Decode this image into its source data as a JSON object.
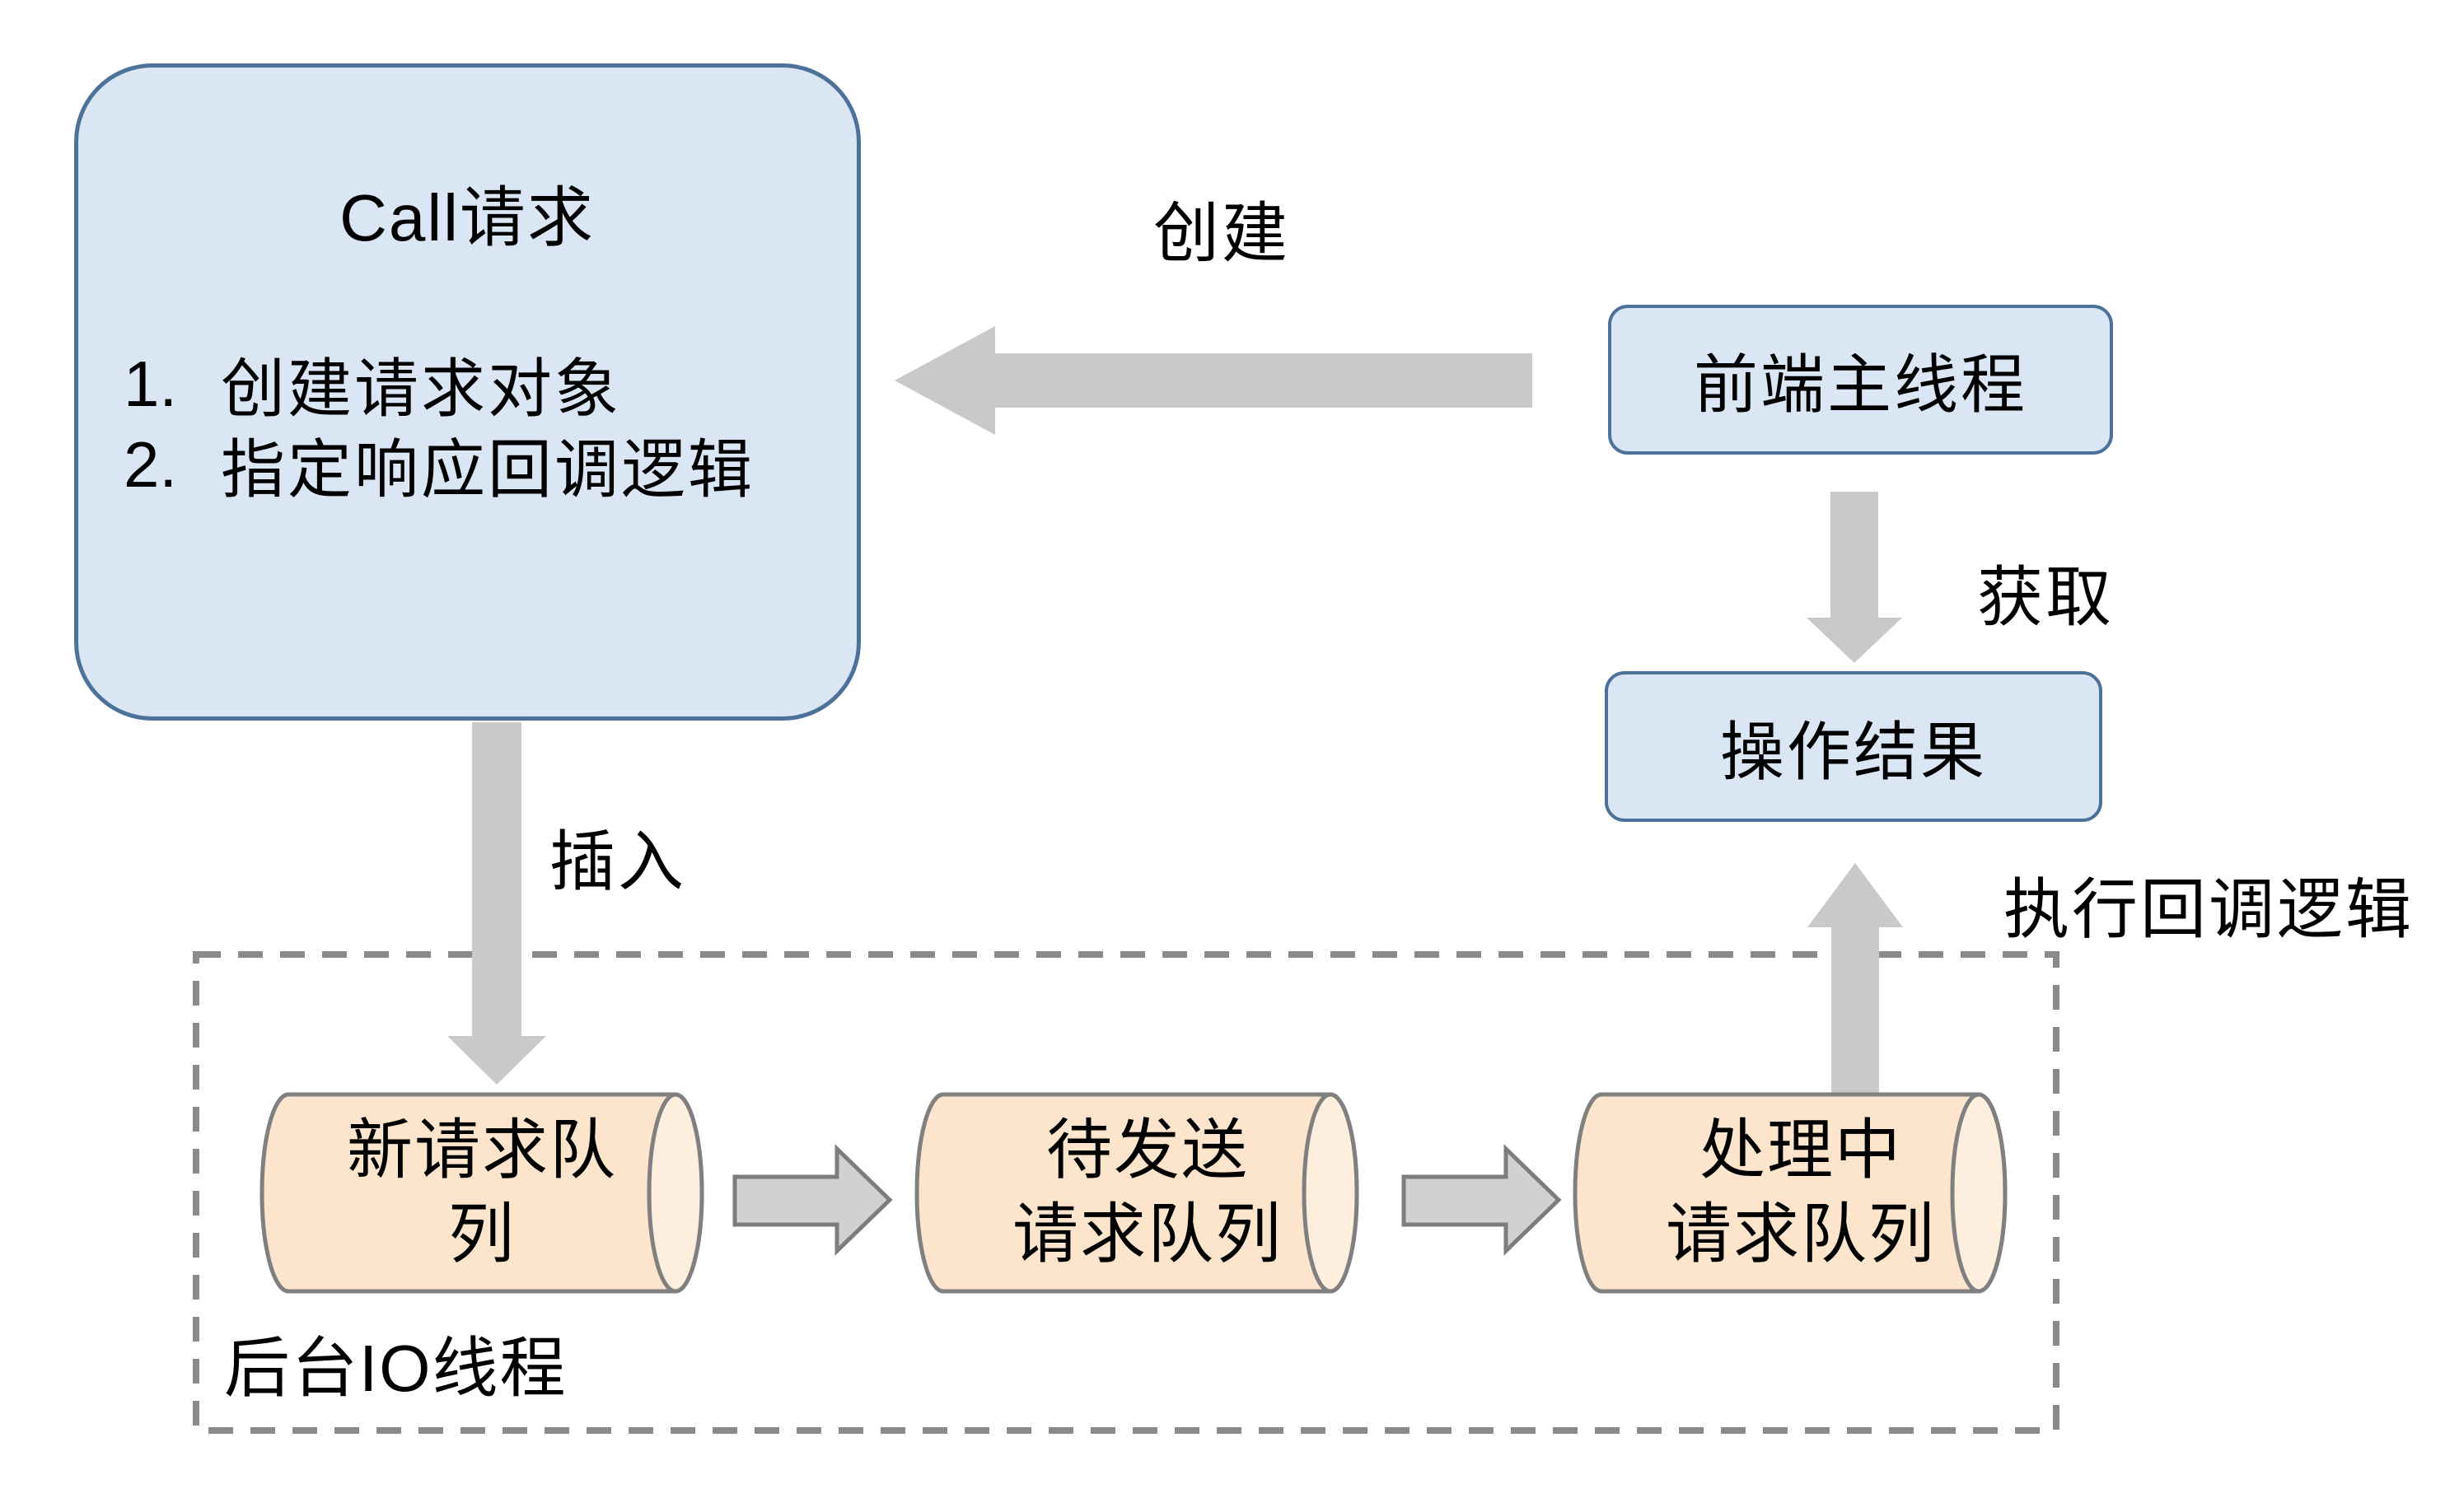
{
  "diagram": {
    "call_box": {
      "title": "Call请求",
      "items": [
        {
          "num": "1.",
          "text": "创建请求对象"
        },
        {
          "num": "2.",
          "text": "指定响应回调逻辑"
        }
      ]
    },
    "nodes": {
      "frontend": "前端主线程",
      "result": "操作结果"
    },
    "queues": [
      {
        "line1": "新请求队",
        "line2": "列"
      },
      {
        "line1": "待发送",
        "line2": "请求队列"
      },
      {
        "line1": "处理中",
        "line2": "请求队列"
      }
    ],
    "edge_labels": {
      "create": "创建",
      "insert": "插入",
      "fetch": "获取",
      "callback": "执行回调逻辑"
    },
    "region_label": "后台IO线程"
  },
  "colors": {
    "background": "#ffffff",
    "node_fill": "#dae6f4",
    "node_border": "#4d7299",
    "queue_fill": "#fce4cd",
    "queue_cap_fill": "#fdeedd",
    "queue_border": "#808080",
    "big_arrow": "#c9c9c9",
    "flow_arrow_fill": "#d2d0d0",
    "flow_arrow_border": "#7d7d7d",
    "dashed_border": "#8a8a8a",
    "text": "#000000"
  }
}
